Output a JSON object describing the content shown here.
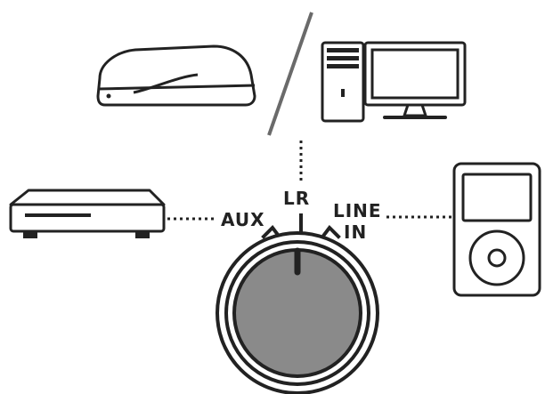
{
  "labels": {
    "aux": "AUX",
    "lr": "LR",
    "line_line1": "LINE",
    "line_line2": "IN"
  },
  "colors": {
    "stroke": "#222222",
    "knob_fill": "#8a8a8a",
    "background": "#ffffff"
  },
  "devices": {
    "top_left": "game-console-icon",
    "top_right": "desktop-computer-icon",
    "left": "dvd-player-icon",
    "right": "media-player-icon"
  }
}
